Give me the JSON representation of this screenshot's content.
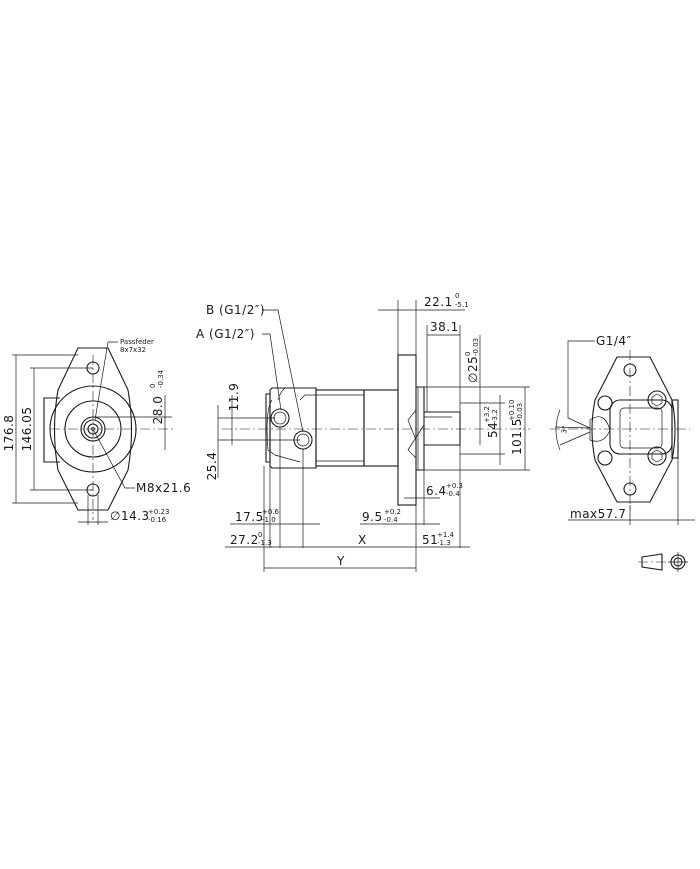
{
  "drawing": {
    "type": "hydraulic motor dimension drawing",
    "views": [
      "front view",
      "side view",
      "rear view",
      "detail"
    ]
  },
  "front_view": {
    "key_label_line1": "Passfeder",
    "key_label_line2": "8x7x32",
    "dim_overall_height": "176.8",
    "dim_bolt_spacing": "146.05",
    "dim_key_height": "28.0",
    "dim_key_height_tol_upper": "0",
    "dim_key_height_tol_lower": "-0.34",
    "thread_label": "M8x21.6",
    "dim_hole_dia": "∅14.3",
    "dim_hole_dia_tol_upper": "+0.23",
    "dim_hole_dia_tol_lower": "-0.16"
  },
  "side_view": {
    "port_b_label": "B (G1/2″)",
    "port_a_label": "A (G1/2″)",
    "dim_port_offset": "11.9",
    "dim_port_spacing": "25.4",
    "dim_flange_thickness": "22.1",
    "dim_flange_thickness_tol_upper": "0",
    "dim_flange_thickness_tol_lower": "-5.1",
    "dim_shaft_length": "38.1",
    "dim_shaft_dia": "∅25",
    "dim_shaft_dia_tol_upper": "0",
    "dim_shaft_dia_tol_lower": "-0.03",
    "dim_pilot_a": "54",
    "dim_pilot_a_tol_upper": "+3.2",
    "dim_pilot_a_tol_lower": "-3.2",
    "dim_pilot_dia": "101.5",
    "dim_pilot_dia_tol_upper": "+0.10",
    "dim_pilot_dia_tol_lower": "-0.03",
    "dim_pilot_depth": "6.4",
    "dim_pilot_depth_tol_upper": "+0.3",
    "dim_pilot_depth_tol_lower": "-0.4",
    "dim_port_a_pos": "17.5",
    "dim_port_a_pos_tol_upper": "+0.6",
    "dim_port_a_pos_tol_lower": "-1.0",
    "dim_flange_to_shoulder": "9.5",
    "dim_flange_to_shoulder_tol_upper": "+0.2",
    "dim_flange_to_shoulder_tol_lower": "-0.4",
    "dim_port_b_pos": "27.2",
    "dim_port_b_pos_tol_upper": "0",
    "dim_port_b_pos_tol_lower": "-1.3",
    "dim_x": "X",
    "dim_shaft_ext": "51",
    "dim_shaft_ext_tol_upper": "+1.4",
    "dim_shaft_ext_tol_lower": "-1.3",
    "dim_y": "Y"
  },
  "rear_view": {
    "drain_label": "G1/4″",
    "angle_label": "3°",
    "dim_max_depth": "max57.7"
  }
}
